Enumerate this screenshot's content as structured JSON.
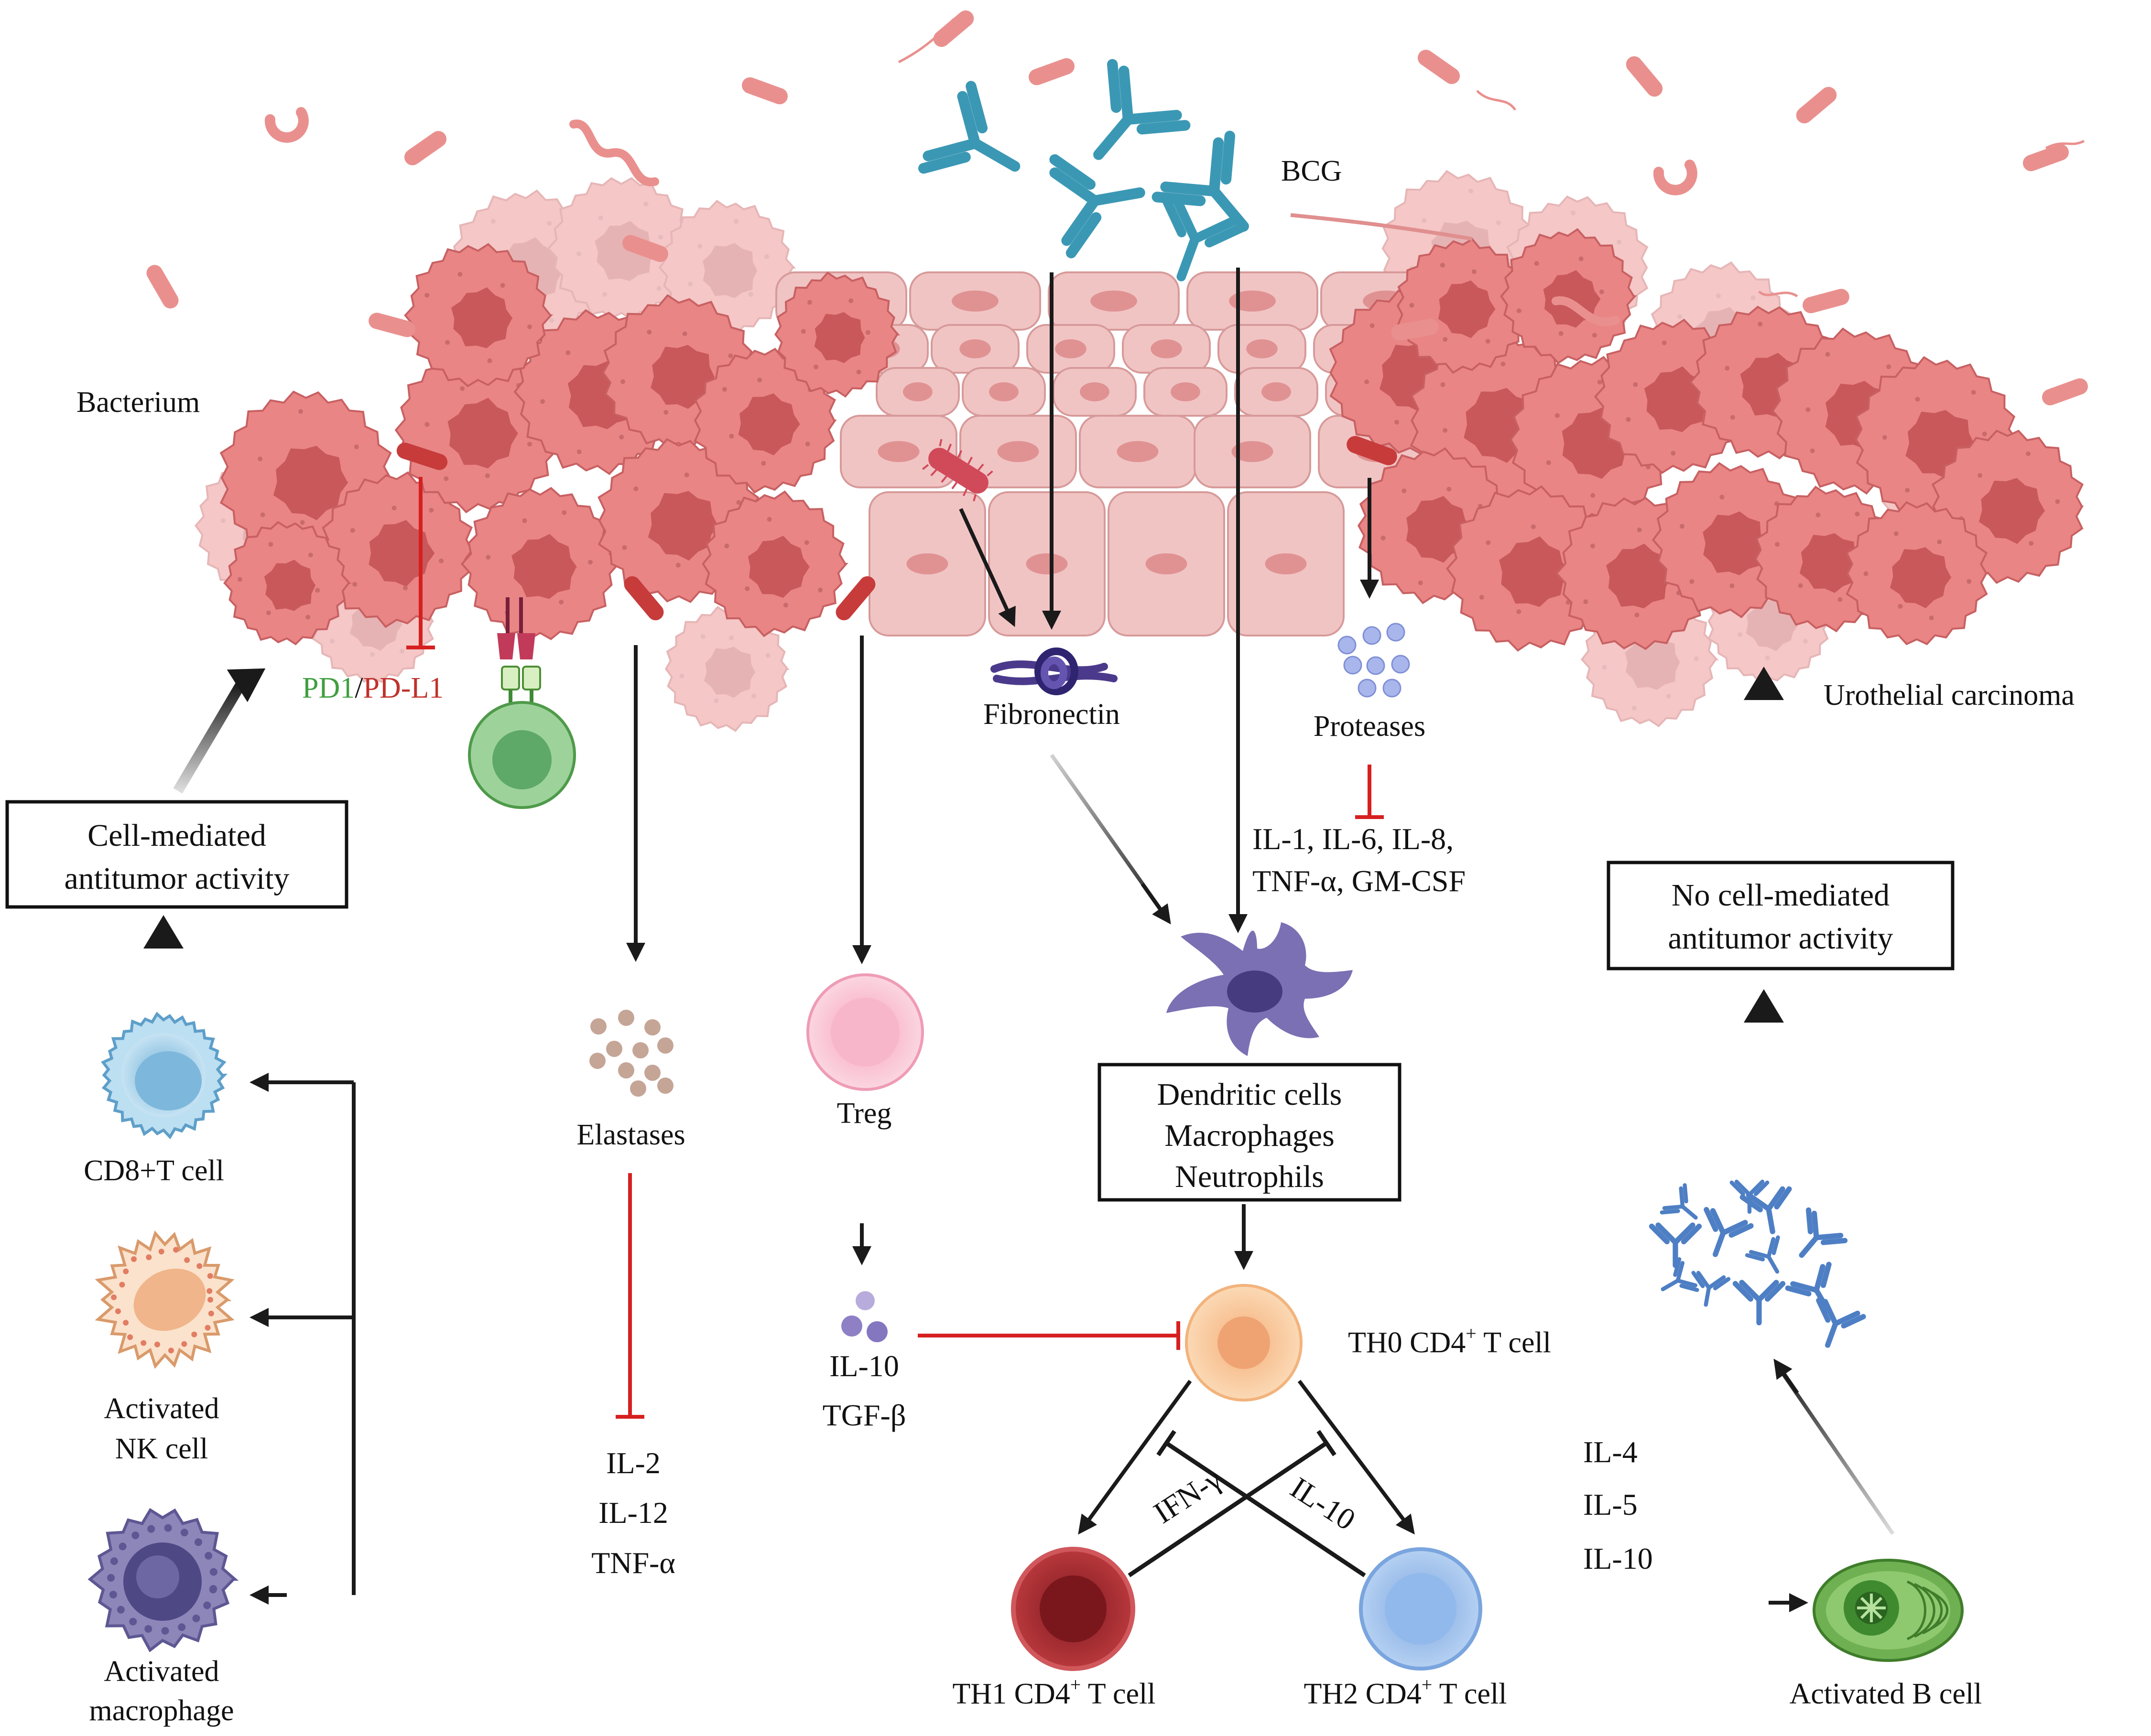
{
  "labels": {
    "bcg": "BCG",
    "bacterium": "Bacterium",
    "urothelial_carcinoma": "Urothelial carcinoma",
    "pd1": "PD1",
    "slash": "/",
    "pdl1": "PD-L1",
    "fibronectin": "Fibronectin",
    "proteases": "Proteases",
    "il_group_line1": "IL-1, IL-6, IL-8,",
    "il_group_line2": "TNF-α, GM-CSF",
    "elastases": "Elastases",
    "treg": "Treg",
    "il10_treg": "IL-10",
    "tgf_beta": "TGF-β",
    "il2": "IL-2",
    "il12": "IL-12",
    "tnf_alpha": "TNF-α",
    "th0": "TH0 CD4",
    "th0_tail": " T cell",
    "th1": "TH1 CD4",
    "th1_tail": " T cell",
    "th2": "TH2 CD4",
    "th2_tail": " T cell",
    "superscript_plus": "+",
    "ifn_gamma": "IFN-γ",
    "il10_cross": "IL-10",
    "il4": "IL-4",
    "il5": "IL-5",
    "il10_b": "IL-10",
    "activated_b_cell": "Activated B cell",
    "cd8_t_cell": "CD8+T cell",
    "activated_nk_line1": "Activated",
    "activated_nk_line2": "NK cell",
    "activated_mac_line1": "Activated",
    "activated_mac_line2": "macrophage"
  },
  "boxes": {
    "cell_mediated_line1": "Cell-mediated",
    "cell_mediated_line2": "antitumor activity",
    "no_cell_mediated_line1": "No cell-mediated",
    "no_cell_mediated_line2": "antitumor activity",
    "innate_line1": "Dendritic cells",
    "innate_line2": "Macrophages",
    "innate_line3": "Neutrophils"
  },
  "colors": {
    "tumor": "#e98585",
    "tumor_light": "#f5c3c3",
    "nucleus": "#c9585a",
    "epithelium": "#f1c4c4",
    "bacteria": "#e9908e",
    "antibody_bcg": "#3b98b4",
    "antibody_b": "#4e7fc4",
    "inhibition": "#d62020",
    "arrow": "#1a1a1a",
    "pd1_green": "#3f9e3f",
    "pdl1_red": "#c0312b",
    "dendritic": "#7a70b3",
    "treg": "#f4a7bf",
    "th0": "#f6c08e",
    "th1": "#a32c31",
    "th2": "#8db5e8",
    "b_cell": "#4e9a3c",
    "cd8": "#8fc5e3",
    "nk": "#f2c9a5",
    "macrophage": "#6f6aa0"
  },
  "icons": [
    "bcg-antibody-icon",
    "bacterium-icon",
    "tumor-cell-icon",
    "urothelial-cell-icon",
    "fibronectin-icon",
    "protease-dot-icon",
    "dendritic-cell-icon",
    "treg-cell-icon",
    "th0-cell-icon",
    "th1-cell-icon",
    "th2-cell-icon",
    "b-cell-icon",
    "cd8-t-cell-icon",
    "nk-cell-icon",
    "macrophage-icon",
    "antibody-icon"
  ]
}
